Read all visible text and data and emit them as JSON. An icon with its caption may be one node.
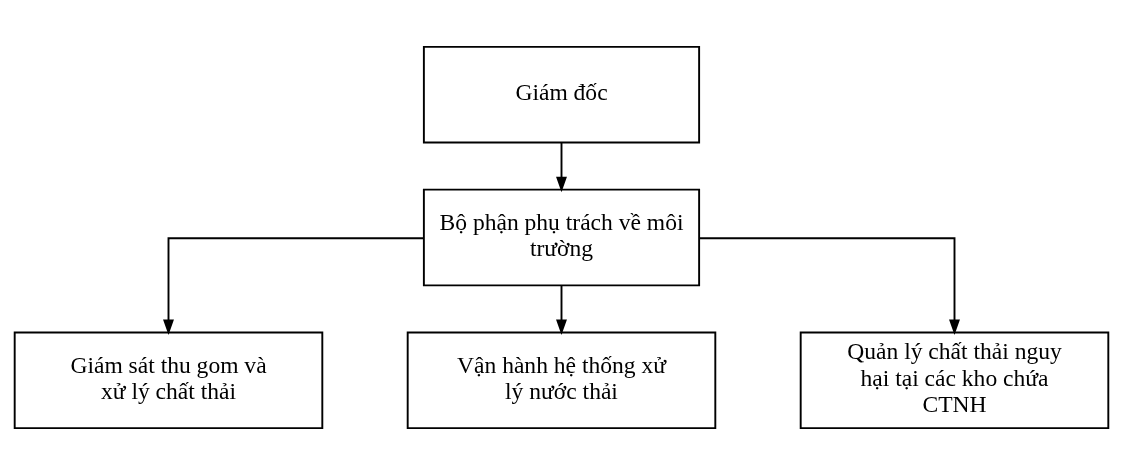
{
  "diagram": {
    "nodes": [
      {
        "text": [
          "Giám đốc"
        ]
      },
      {
        "text": [
          "Bộ phận phụ trách về môi trường"
        ]
      },
      {
        "text": [
          "Giám sát thu gom và xử lý chất thải"
        ]
      },
      {
        "text": [
          "Vận hành hệ thống xử lý nước thải"
        ]
      },
      {
        "text": [
          "Quản lý chất thải nguy hại tại các kho chứa CTNH"
        ]
      }
    ],
    "edges": [
      {
        "from": 0,
        "to": 1,
        "arrow": "to"
      },
      {
        "from": 1,
        "to": 2,
        "arrow": "to"
      },
      {
        "from": 1,
        "to": 3,
        "arrow": "to"
      },
      {
        "from": 1,
        "to": 4,
        "arrow": "to"
      }
    ]
  }
}
